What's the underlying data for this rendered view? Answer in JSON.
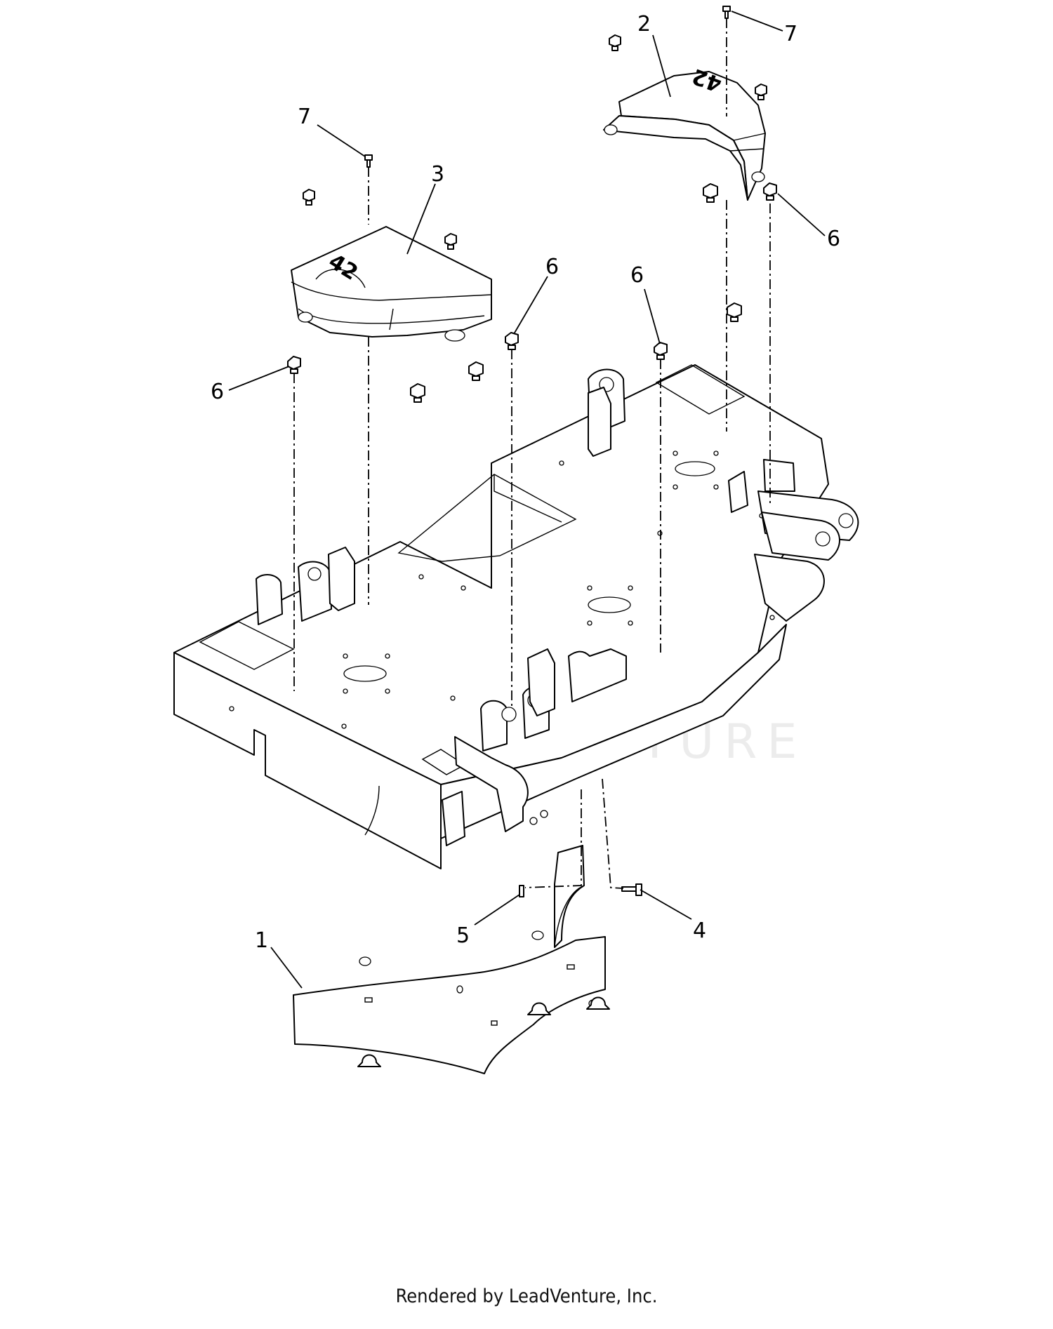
{
  "callouts": [
    {
      "label": "1"
    },
    {
      "label": "2"
    },
    {
      "label": "3"
    },
    {
      "label": "4"
    },
    {
      "label": "5"
    },
    {
      "label": "6"
    },
    {
      "label": "6"
    },
    {
      "label": "6"
    },
    {
      "label": "6"
    },
    {
      "label": "7"
    },
    {
      "label": "7"
    }
  ],
  "cover_stamps": {
    "left_cover": "42",
    "right_cover": "42"
  },
  "watermark": "LEADVENTURE",
  "footer": {
    "credit": "Rendered by LeadVenture, Inc."
  }
}
